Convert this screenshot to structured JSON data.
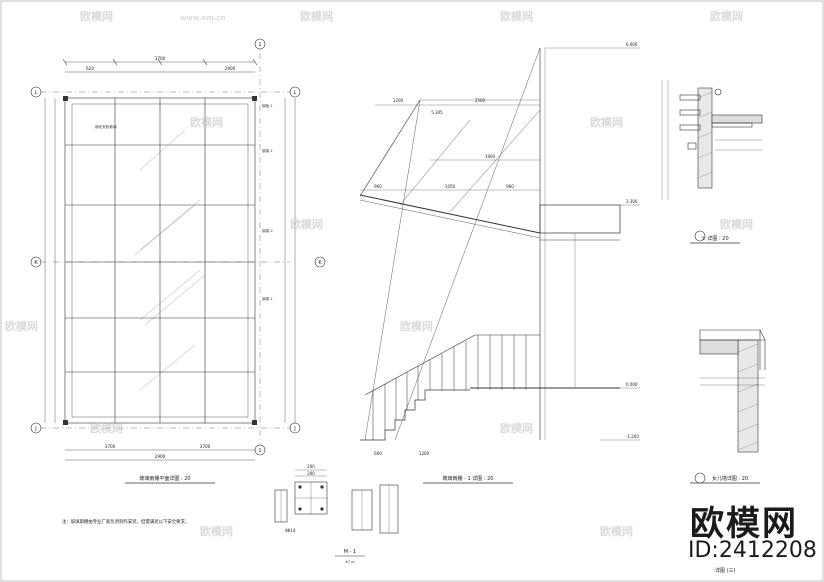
{
  "drawing": {
    "title_plan": "玻璃雨棚平面详图 : 20",
    "title_section": "玻璃雨棚 - 1 详图 : 20",
    "title_detail_1": "① 详图 : 20",
    "title_detail_parapet": "女儿墙详图 : 20",
    "title_member": "M - 1",
    "member_scale": "47 m",
    "note": "注：玻璃雨棚由专业厂家负责制作安装，但需满足以下安全要求。",
    "sheet_label": "详图 (三)",
    "grid_axes": [
      "L",
      "K",
      "J",
      "1"
    ],
    "dims_plan_top": [
      "620",
      "3700",
      "2900"
    ],
    "dims_plan_bottom": [
      "3700",
      "3700"
    ],
    "dims_plan_total": "2900",
    "dims_section_top": [
      "1200",
      "5.345",
      "2500"
    ],
    "elevations": [
      "6.600",
      "3.300",
      "0.000",
      "-1.200"
    ],
    "dims_section_mid": [
      "1900",
      "960",
      "1050",
      "960"
    ],
    "dims_section_bottom": [
      "600",
      "1200"
    ],
    "member_dims": [
      "200",
      "200",
      "4Φ14"
    ],
    "annotation_labels": [
      "钢板-1",
      "钢梁-1",
      "钢梁-2",
      "钢化夹胶玻璃",
      "钢梁-1"
    ]
  },
  "watermark": {
    "brand": "欧模网",
    "site": "www.om.cn",
    "id": "ID:2412208"
  }
}
